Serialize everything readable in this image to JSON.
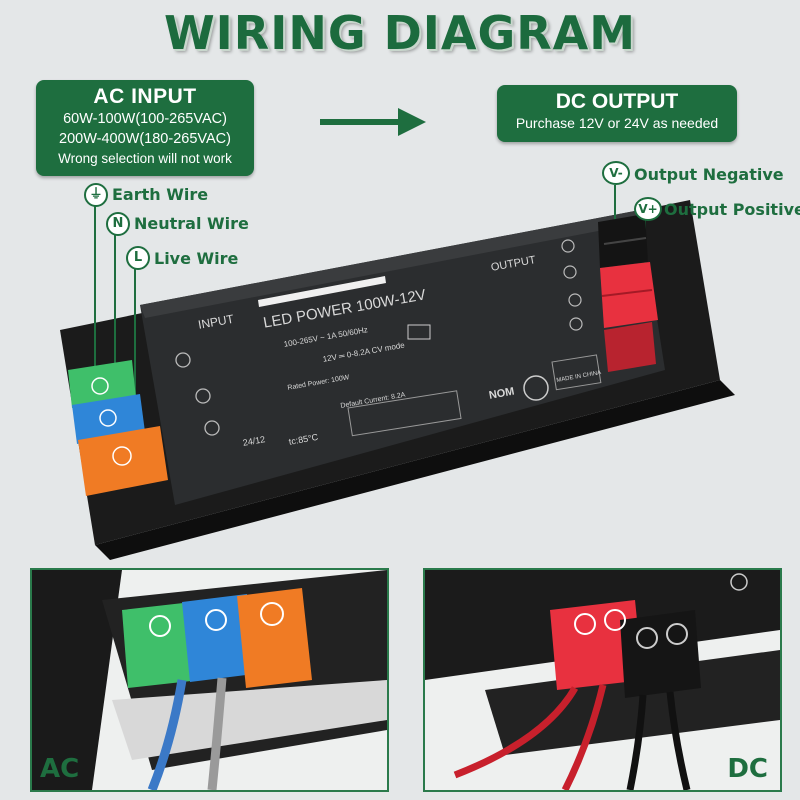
{
  "title": "WIRING DIAGRAM",
  "ac_input": {
    "heading": "AC INPUT",
    "lines": [
      "60W-100W(100-265VAC)",
      "200W-400W(180-265VAC)",
      "Wrong selection will not work"
    ]
  },
  "dc_output": {
    "heading": "DC OUTPUT",
    "subtitle": "Purchase 12V or 24V as needed"
  },
  "input_wires": [
    {
      "symbol": "⏚",
      "label": "Earth Wire",
      "color": "#3fbf6a"
    },
    {
      "symbol": "N",
      "label": "Neutral Wire",
      "color": "#2f86d8"
    },
    {
      "symbol": "L",
      "label": "Live Wire",
      "color": "#f07b24"
    }
  ],
  "output_wires": [
    {
      "symbol": "V-",
      "label": "Output Negative",
      "color": "#222222"
    },
    {
      "symbol": "V+",
      "label": "Output Positive",
      "color": "#e8313f"
    }
  ],
  "device": {
    "model": "LED POWER 100W-12V",
    "input_label": "INPUT",
    "output_label": "OUTPUT",
    "input_spec": "100-265V ~ 1A 50/60Hz",
    "output_spec": "12V ═ 0-8.2A CV mode",
    "rated_power": "Rated Power: 100W",
    "default_current": "Default Current: 8.2A",
    "temp": "tc:85°C",
    "code": "24/12",
    "made_in": "MADE IN CHINA",
    "nom": "NOM"
  },
  "panels": {
    "ac_tag": "AC",
    "dc_tag": "DC"
  },
  "colors": {
    "brand_green": "#1e6e3f",
    "earth": "#3fbf6a",
    "neutral": "#2f86d8",
    "live": "#f07b24",
    "positive": "#e8313f",
    "negative": "#222222"
  }
}
